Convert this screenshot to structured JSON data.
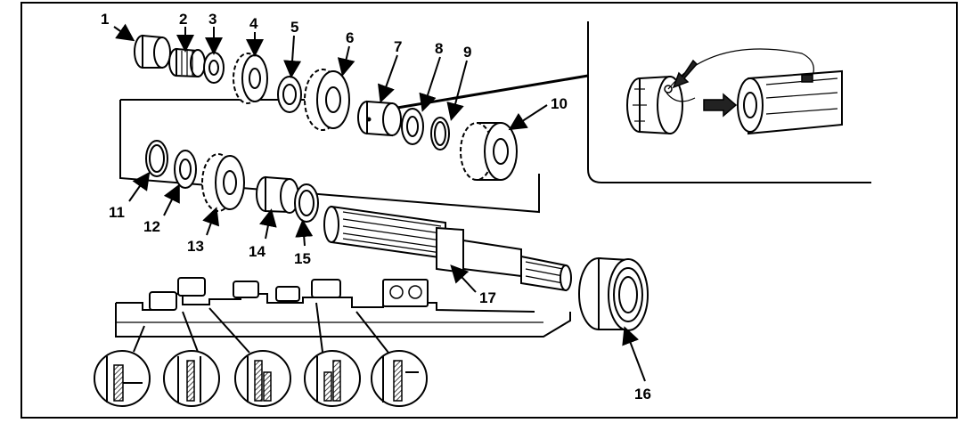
{
  "diagram": {
    "part_numbers": [
      "1",
      "2",
      "3",
      "4",
      "5",
      "6",
      "7",
      "8",
      "9",
      "10",
      "11",
      "12",
      "13",
      "14",
      "15",
      "16",
      "17"
    ],
    "colors": {
      "ink": "#000000",
      "paper": "#ffffff",
      "hatch": "#444444"
    }
  }
}
